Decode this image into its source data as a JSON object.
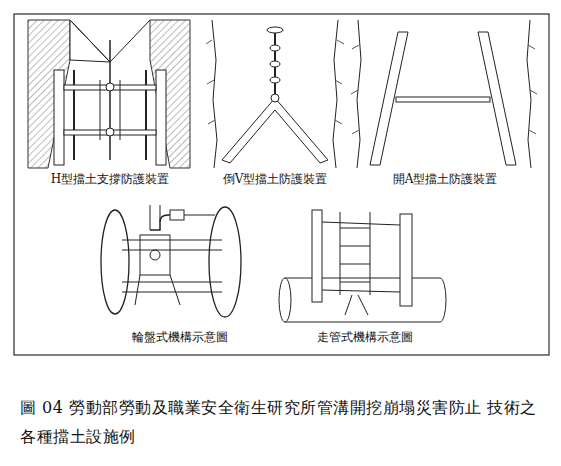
{
  "diagram": {
    "caption": "圖 04 勞動部勞動及職業安全衛生研究所管溝開挖崩塌災害防止 技術之各種擋土設施例",
    "labels": [
      "H型擋土支撐防護裝置",
      "倒V型擋土防護裝置",
      "開A型擋土防護裝置",
      "輪盤式機構示意圖",
      "走管式機構示意圖"
    ]
  }
}
